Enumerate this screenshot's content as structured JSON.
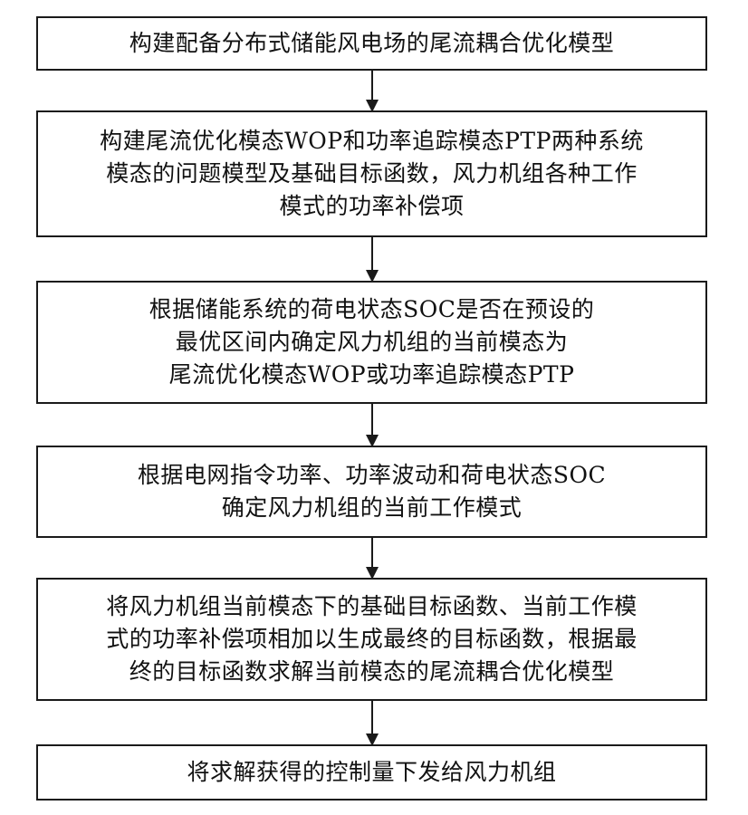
{
  "steps": [
    {
      "lines": [
        "构建配备分布式储能风电场的尾流耦合优化模型"
      ]
    },
    {
      "lines": [
        "构建尾流优化模态WOP和功率追踪模态PTP两种系统",
        "模态的问题模型及基础目标函数，风力机组各种工作",
        "模式的功率补偿项"
      ]
    },
    {
      "lines": [
        "根据储能系统的荷电状态SOC是否在预设的",
        "最优区间内确定风力机组的当前模态为",
        "尾流优化模态WOP或功率追踪模态PTP"
      ]
    },
    {
      "lines": [
        "根据电网指令功率、功率波动和荷电状态SOC",
        "确定风力机组的当前工作模式"
      ]
    },
    {
      "lines": [
        "将风力机组当前模态下的基础目标函数、当前工作模",
        "式的功率补偿项相加以生成最终的目标函数，根据最",
        "终的目标函数求解当前模态的尾流耦合优化模型"
      ]
    },
    {
      "lines": [
        "将求解获得的控制量下发给风力机组"
      ]
    }
  ]
}
